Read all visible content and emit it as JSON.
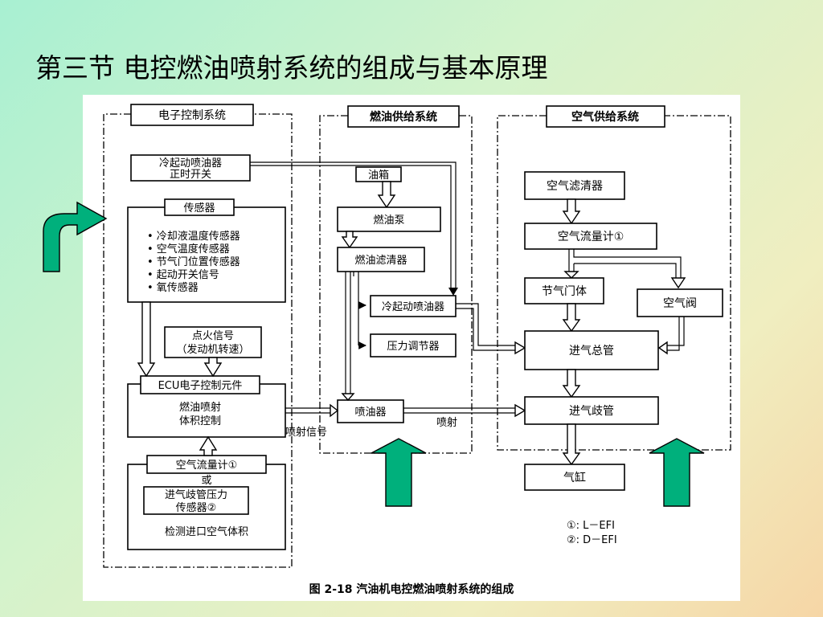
{
  "slide_title": "第三节   电控燃油喷射系统的组成与基本原理",
  "caption": "图 2-18    汽油机电控燃油喷射系统的组成",
  "sections": {
    "electronic": "电子控制系统",
    "fuel": "燃油供给系统",
    "air": "空气供给系统"
  },
  "boxes": {
    "cold_start_switch": [
      "冷起动喷油器",
      "正时开关"
    ],
    "sensors_title": "传感器",
    "sensors": [
      "• 冷却液温度传感器",
      "• 空气温度传感器",
      "• 节气门位置传感器",
      "• 起动开关信号",
      "• 氧传感器"
    ],
    "ignition_signal": [
      "点火信号",
      "（发动机转速）"
    ],
    "ecu_title": "ECU电子控制元件",
    "ecu_body": [
      "燃油喷射",
      "体积控制"
    ],
    "air_flow_meter_1": "空气流量计①",
    "or": "或",
    "manifold_sensor": [
      "进气歧管压力",
      "传感器②"
    ],
    "detect": "检测进口空气体积",
    "fuel_tank": "油箱",
    "fuel_pump": "燃油泵",
    "fuel_filter": "燃油滤清器",
    "cold_start_injector": "冷起动喷油器",
    "pressure_regulator": "压力调节器",
    "injector": "喷油器",
    "air_cleaner": "空气滤清器",
    "air_flow_meter_2": "空气流量计①",
    "throttle_body": "节气门体",
    "air_valve": "空气阀",
    "intake_main": "进气总管",
    "intake_manifold": "进气歧管",
    "cylinder": "气缸"
  },
  "labels": {
    "injection_signal": "喷射信号",
    "injection": "喷射"
  },
  "legend": [
    "①: L－EFI",
    "②: D－EFI"
  ]
}
